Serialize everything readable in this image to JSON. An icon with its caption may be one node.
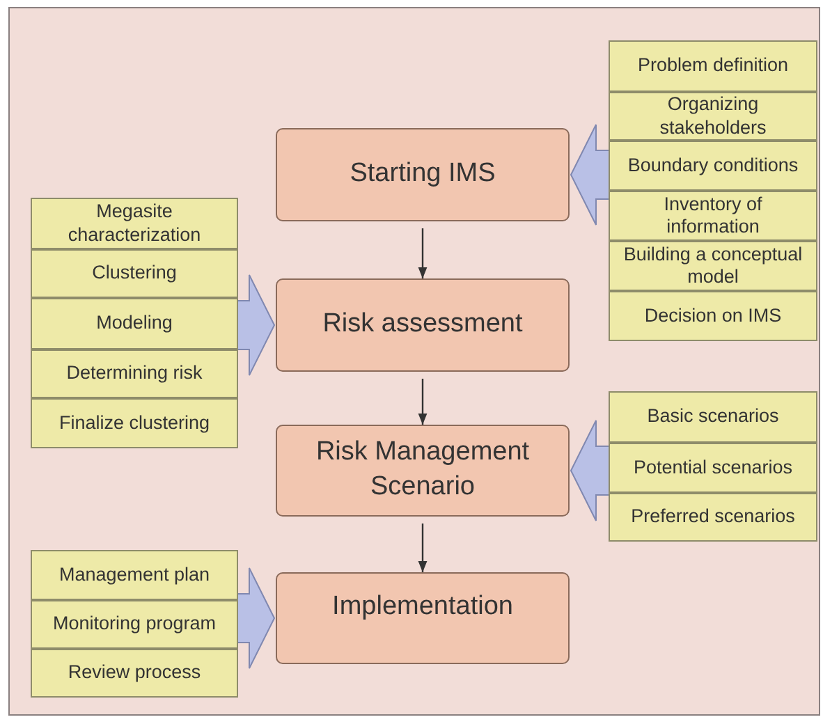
{
  "diagram": {
    "nodes": [
      {
        "text": [
          "Starting IMS"
        ]
      },
      {
        "text": [
          "Risk assessment"
        ]
      },
      {
        "text": [
          "Risk Management Scenario"
        ]
      },
      {
        "text": [
          "Implementation"
        ]
      },
      {
        "text": [
          "Problem definition"
        ]
      },
      {
        "text": [
          "Organizing stakeholders"
        ]
      },
      {
        "text": [
          "Boundary conditions"
        ]
      },
      {
        "text": [
          "Inventory of information"
        ]
      },
      {
        "text": [
          "Building a conceptual model"
        ]
      },
      {
        "text": [
          "Decision on IMS"
        ]
      },
      {
        "text": [
          "Megasite characterization"
        ]
      },
      {
        "text": [
          "Clustering"
        ]
      },
      {
        "text": [
          "Modeling"
        ]
      },
      {
        "text": [
          "Determining risk"
        ]
      },
      {
        "text": [
          "Finalize clustering"
        ]
      },
      {
        "text": [
          "Basic scenarios"
        ]
      },
      {
        "text": [
          "Potential scenarios"
        ]
      },
      {
        "text": [
          "Preferred scenarios"
        ]
      },
      {
        "text": [
          "Management plan"
        ]
      },
      {
        "text": [
          "Monitoring program"
        ]
      },
      {
        "text": [
          "Review process"
        ]
      }
    ],
    "edges": [
      {
        "from": 0,
        "to": 1,
        "arrow": "to"
      },
      {
        "from": 1,
        "to": 2,
        "arrow": "to"
      },
      {
        "from": 2,
        "to": 3,
        "arrow": "to"
      },
      {
        "from": 4,
        "to": 0,
        "arrow": "to",
        "style": "thick",
        "color": "#b9c0e6"
      },
      {
        "from": 5,
        "to": 0,
        "arrow": "to",
        "style": "thick",
        "color": "#b9c0e6"
      },
      {
        "from": 6,
        "to": 0,
        "arrow": "to",
        "style": "thick",
        "color": "#b9c0e6"
      },
      {
        "from": 7,
        "to": 0,
        "arrow": "to",
        "style": "thick",
        "color": "#b9c0e6"
      },
      {
        "from": 8,
        "to": 0,
        "arrow": "to",
        "style": "thick",
        "color": "#b9c0e6"
      },
      {
        "from": 9,
        "to": 0,
        "arrow": "to",
        "style": "thick",
        "color": "#b9c0e6"
      },
      {
        "from": 10,
        "to": 1,
        "arrow": "to",
        "style": "thick",
        "color": "#b9c0e6"
      },
      {
        "from": 11,
        "to": 1,
        "arrow": "to",
        "style": "thick",
        "color": "#b9c0e6"
      },
      {
        "from": 12,
        "to": 1,
        "arrow": "to",
        "style": "thick",
        "color": "#b9c0e6"
      },
      {
        "from": 13,
        "to": 1,
        "arrow": "to",
        "style": "thick",
        "color": "#b9c0e6"
      },
      {
        "from": 14,
        "to": 1,
        "arrow": "to",
        "style": "thick",
        "color": "#b9c0e6"
      },
      {
        "from": 15,
        "to": 2,
        "arrow": "to",
        "style": "thick",
        "color": "#b9c0e6"
      },
      {
        "from": 16,
        "to": 2,
        "arrow": "to",
        "style": "thick",
        "color": "#b9c0e6"
      },
      {
        "from": 17,
        "to": 2,
        "arrow": "to",
        "style": "thick",
        "color": "#b9c0e6"
      },
      {
        "from": 18,
        "to": 3,
        "arrow": "to",
        "style": "thick",
        "color": "#b9c0e6"
      },
      {
        "from": 19,
        "to": 3,
        "arrow": "to",
        "style": "thick",
        "color": "#b9c0e6"
      },
      {
        "from": 20,
        "to": 3,
        "arrow": "to",
        "style": "thick",
        "color": "#b9c0e6"
      }
    ]
  }
}
